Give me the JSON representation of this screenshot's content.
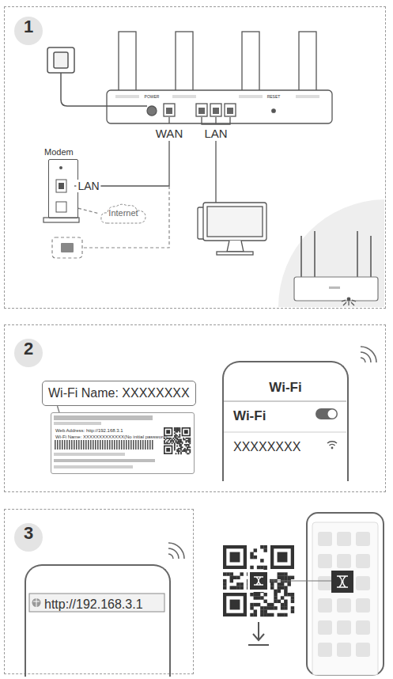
{
  "diagram": {
    "nodes": [
      {
        "text": [
          "1"
        ]
      },
      {
        "text": [
          "Modem"
        ],
        "in": 0
      },
      {
        "text": [
          "Internet"
        ],
        "in": 0
      },
      {
        "text": [
          "2"
        ]
      },
      {
        "text": [
          "Wi-Fi Name: XXXXXXXX"
        ],
        "in": 3
      },
      {
        "text": [
          "Web Address: http://192.168.3.1",
          "Wi-Fi Name: XXXXXXXXXXXXX(No initial password)"
        ],
        "in": 3
      },
      {
        "text": [
          "Wi-Fi",
          "Wi-Fi",
          "XXXXXXXX"
        ],
        "in": 3
      },
      {
        "text": [
          "3"
        ]
      },
      {
        "text": [
          "http://192.168.3.1"
        ],
        "in": 7
      }
    ],
    "edges": [
      {
        "from": 1,
        "to": 2,
        "arrow": "none"
      },
      {
        "from": 4,
        "to": 5,
        "arrow": "none"
      }
    ],
    "labels": [
      "WAN",
      "LAN",
      "LAN",
      "POWER",
      "RESET"
    ]
  }
}
